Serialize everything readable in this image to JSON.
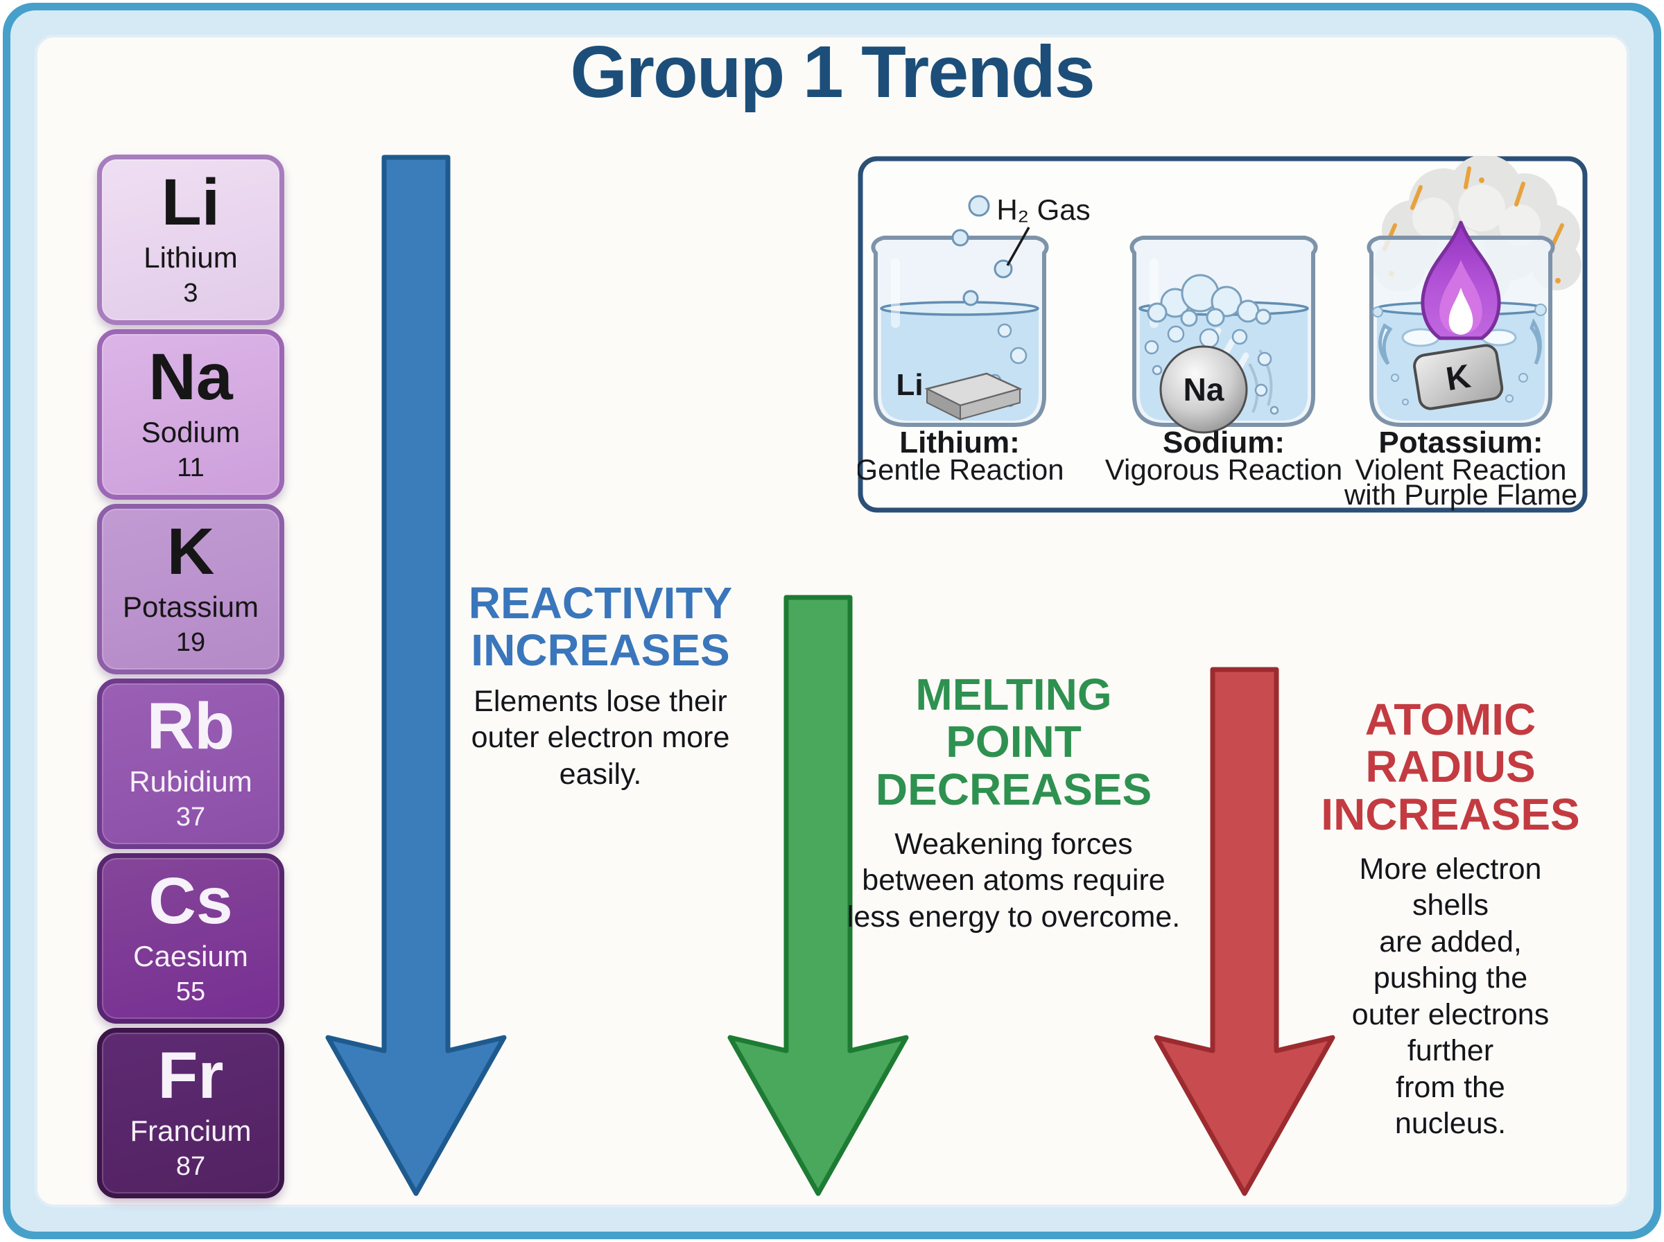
{
  "title": "Group 1 Trends",
  "elements": [
    {
      "symbol": "Li",
      "name": "Lithium",
      "number": "3",
      "bg": "#e8d4ee",
      "border": "#a77dbd",
      "text_color": "#161616"
    },
    {
      "symbol": "Na",
      "name": "Sodium",
      "number": "11",
      "bg": "#d3a8e0",
      "border": "#9c67b5",
      "text_color": "#161616"
    },
    {
      "symbol": "K",
      "name": "Potassium",
      "number": "19",
      "bg": "#bb93cd",
      "border": "#8d5fa8",
      "text_color": "#161616"
    },
    {
      "symbol": "Rb",
      "name": "Rubidium",
      "number": "37",
      "bg": "#9257ae",
      "border": "#6f3b8d",
      "text_color": "#f7f1fa"
    },
    {
      "symbol": "Cs",
      "name": "Caesium",
      "number": "55",
      "bg": "#7c3e98",
      "border": "#582670",
      "text_color": "#f7f1fa"
    },
    {
      "symbol": "Fr",
      "name": "Francium",
      "number": "87",
      "bg": "#552566",
      "border": "#3c1549",
      "text_color": "#f7f1fa"
    }
  ],
  "trends": [
    {
      "id": "reactivity",
      "heading": "REACTIVITY\nINCREASES",
      "description": "Elements lose their\nouter electron more\neasily.",
      "heading_color": "#3a76bb",
      "arrow_fill": "#3b7dba",
      "arrow_stroke": "#1e5a8e"
    },
    {
      "id": "melting-point",
      "heading": "MELTING\nPOINT\nDECREASES",
      "description": "Weakening forces\nbetween atoms require\nless energy to overcome.",
      "heading_color": "#2e9150",
      "arrow_fill": "#4aa85c",
      "arrow_stroke": "#1d7b33"
    },
    {
      "id": "atomic-radius",
      "heading": "ATOMIC\nRADIUS\nINCREASES",
      "description": "More electron shells\nare added, pushing the\nouter electrons further\nfrom the nucleus.",
      "heading_color": "#c33b41",
      "arrow_fill": "#c74b4f",
      "arrow_stroke": "#9c2b30"
    }
  ],
  "panel": {
    "h2_label": "H₂ Gas",
    "beakers": [
      {
        "metal": "Li",
        "label": "Lithium:",
        "line1": "Gentle Reaction",
        "line2": ""
      },
      {
        "metal": "Na",
        "label": "Sodium:",
        "line1": "Vigorous Reaction",
        "line2": ""
      },
      {
        "metal": "K",
        "label": "Potassium:",
        "line1": "Violent Reaction",
        "line2": "with Purple Flame"
      }
    ]
  },
  "colors": {
    "frame_outer": "#47a0ca",
    "frame_band": "#d6eaf6",
    "background": "#fcfbf8",
    "title": "#1c4e79",
    "panel_border": "#2b4f76",
    "water": "#c6e1f3",
    "glass_stroke": "#7d93a9",
    "flame_purple": "#a64bd0",
    "smoke": "#e4e4e2",
    "spark": "#e8a23c"
  }
}
